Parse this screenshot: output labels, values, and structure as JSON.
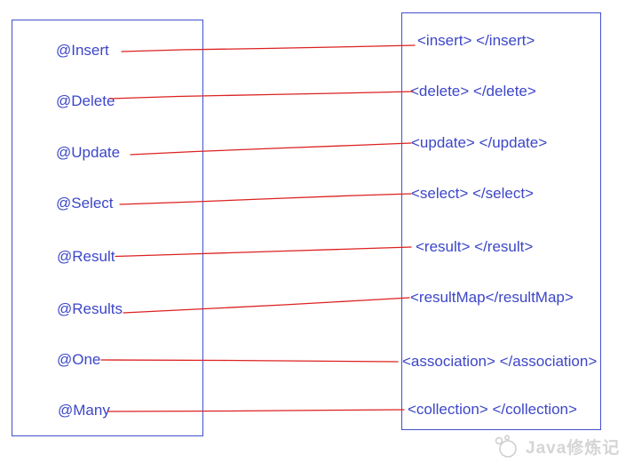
{
  "colors": {
    "label_blue": "#3c46c8",
    "border_blue": "#4150cc",
    "line_red": "#dc2121",
    "watermark_gray": "#d5d5d5",
    "page_bg": "#ffffff"
  },
  "mappings": [
    {
      "annotation": "@Insert",
      "xml": "<insert> </insert>"
    },
    {
      "annotation": "@Delete",
      "xml": "<delete> </delete>"
    },
    {
      "annotation": "@Update",
      "xml": "<update> </update>"
    },
    {
      "annotation": "@Select",
      "xml": "<select> </select>"
    },
    {
      "annotation": "@Result",
      "xml": "<result> </result>"
    },
    {
      "annotation": "@Results",
      "xml": "<resultMap</resultMap>"
    },
    {
      "annotation": "@One",
      "xml": "<association> </association>"
    },
    {
      "annotation": "@Many",
      "xml": "<collection> </collection>"
    }
  ],
  "watermark": {
    "text": "Java修炼记",
    "icon": "brand-logo-icon"
  }
}
